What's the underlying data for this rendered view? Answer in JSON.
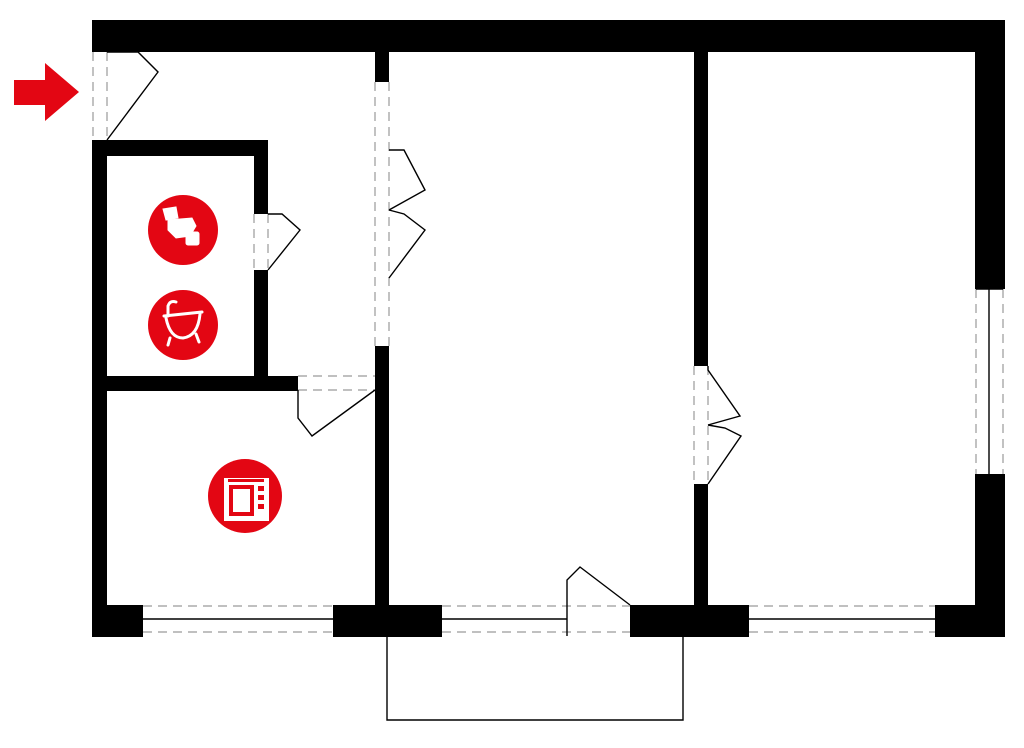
{
  "plan": {
    "entrance_marker": {
      "icon": "entrance-arrow-icon",
      "color": "#e30613"
    },
    "rooms": [
      {
        "id": "bathroom",
        "fixtures": [
          {
            "icon": "toilet-icon",
            "color": "#e30613"
          },
          {
            "icon": "bathtub-icon",
            "color": "#e30613"
          }
        ]
      },
      {
        "id": "kitchen",
        "fixtures": [
          {
            "icon": "stove-icon",
            "color": "#e30613"
          }
        ]
      },
      {
        "id": "hallway",
        "fixtures": []
      },
      {
        "id": "living-room",
        "fixtures": []
      },
      {
        "id": "bedroom",
        "fixtures": []
      }
    ],
    "balcony": {
      "icon": "balcony"
    },
    "colors": {
      "wall": "#000000",
      "accent": "#e30613",
      "background": "#ffffff"
    }
  }
}
